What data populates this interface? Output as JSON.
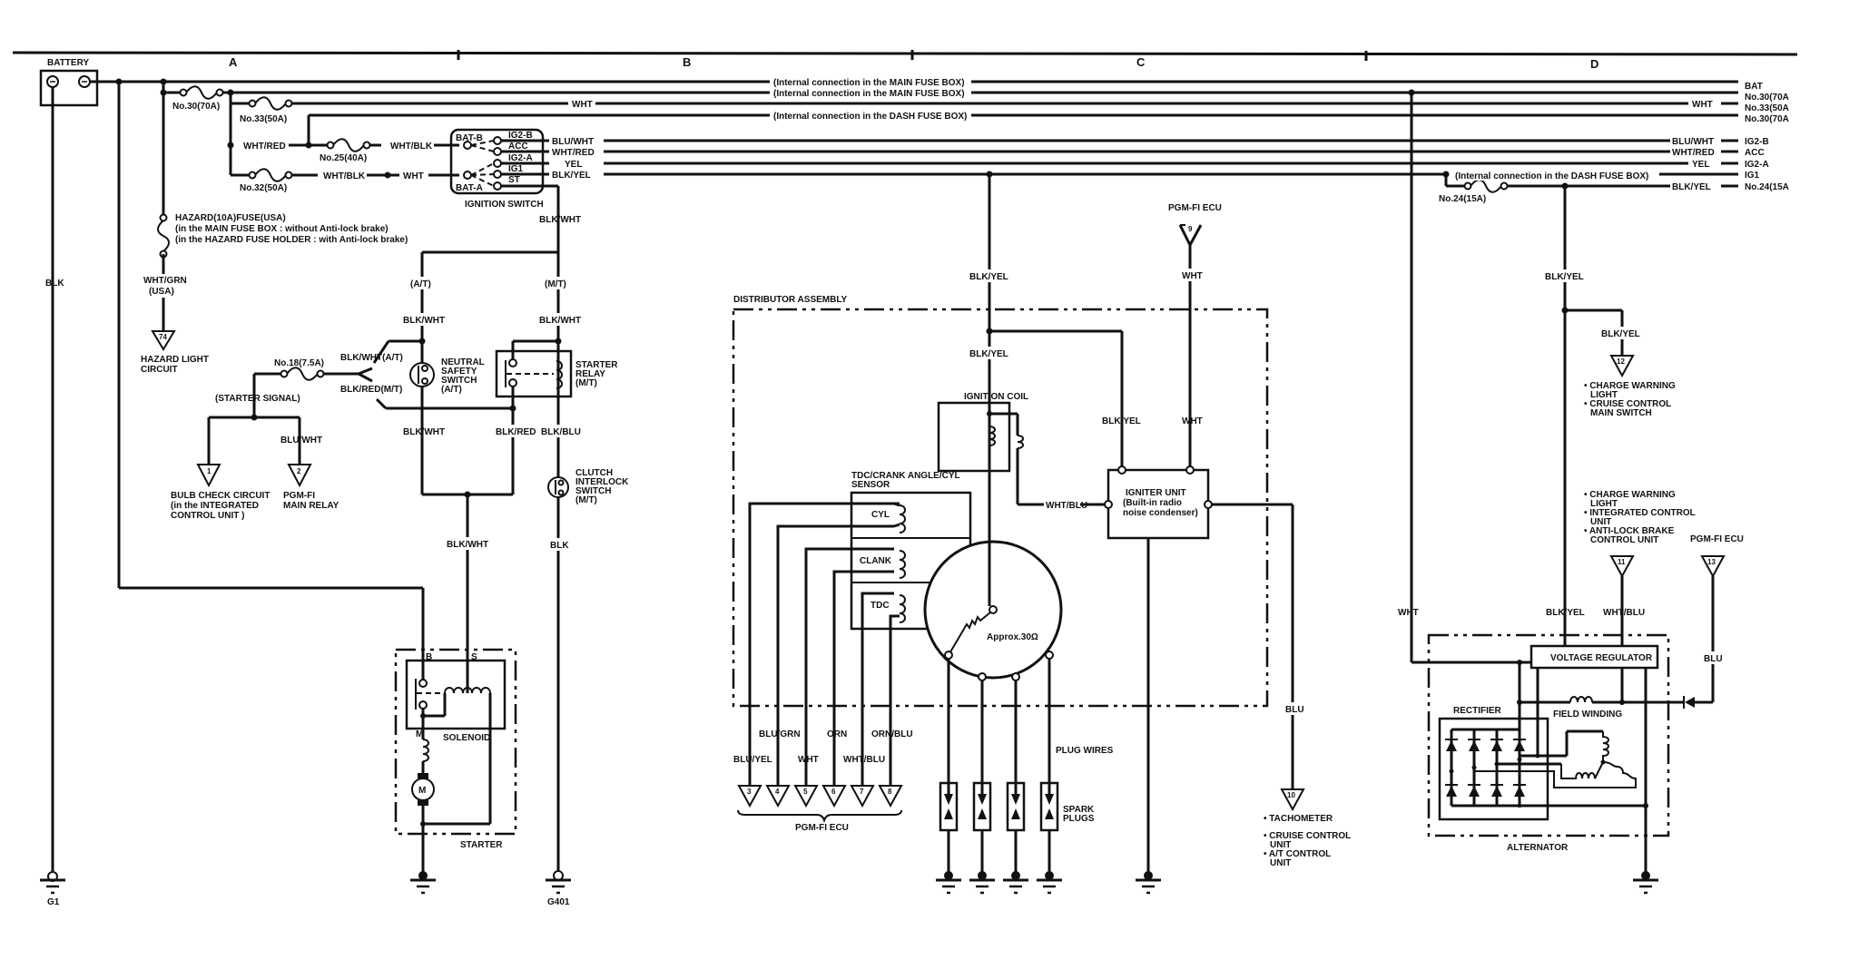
{
  "title": "Starting / Ignition / Charging System Wiring Diagram",
  "sections": [
    "A",
    "B",
    "C",
    "D"
  ],
  "battery": {
    "label": "BATTERY",
    "ground": "G1",
    "ground_wire": "BLK"
  },
  "bus": {
    "notes": {
      "main1": "(Internal connection in the MAIN FUSE BOX)",
      "main2": "(Internal connection in the MAIN FUSE BOX)",
      "dash1": "(Internal connection in the DASH FUSE BOX)",
      "dash2": "(Internal connection in the DASH FUSE BOX)"
    },
    "fuses": {
      "f30": "No.30(70A)",
      "f33": "No.33(50A)",
      "f25": "No.25(40A)",
      "f32": "No.32(50A)",
      "f24": "No.24(15A)",
      "f18": "No.18(7.5A)"
    },
    "wires": {
      "wht_red": "WHT/RED",
      "wht_blk1": "WHT/BLK",
      "wht_blk2": "WHT/BLK",
      "wht": "WHT",
      "wht_top": "WHT",
      "blu_wht": "BLU/WHT",
      "wht_red2": "WHT/RED",
      "yel": "YEL",
      "blk_yel": "BLK/YEL"
    },
    "right_wires": [
      "BLU/WHT",
      "WHT/RED",
      "YEL",
      "BLK/YEL"
    ],
    "right_labels": [
      "BAT",
      "No.30(70A",
      "No.33(50A",
      "No.30(70A",
      "IG2-B",
      "ACC",
      "IG2-A",
      "IG1",
      "No.24(15A"
    ]
  },
  "ignition_switch": {
    "label": "IGNITION SWITCH",
    "terminals": [
      "BAT-B",
      "IG2-B",
      "ACC",
      "IG2-A",
      "IG1",
      "ST",
      "BAT-A"
    ]
  },
  "hazard": {
    "fuse_lines": [
      "HAZARD(10A)FUSE(USA)",
      "(in the MAIN FUSE BOX : without Anti-lock brake)",
      "(in the HAZARD FUSE HOLDER : with Anti-lock brake)"
    ],
    "wire": "WHT/GRN",
    "wire_note": "(USA)",
    "connector": "74",
    "circuit_lines": [
      "HAZARD LIGHT",
      "CIRCUIT"
    ]
  },
  "starter_circuit": {
    "st_wire": "BLK/WHT",
    "at": "(A/T)",
    "mt": "(M/T)",
    "at_wire": "BLK/WHT",
    "mt_wire": "BLK/WHT",
    "nss_lines": [
      "NEUTRAL",
      "SAFETY",
      "SWITCH",
      "(A/T)"
    ],
    "relay_lines": [
      "STARTER",
      "RELAY",
      "(M/T)"
    ],
    "branch_at": "BLK/WHT(A/T)",
    "branch_mt": "BLK/RED(M/T)",
    "signal": "(STARTER SIGNAL)",
    "below_nss": "BLK/WHT",
    "below_relay": "BLK/RED",
    "relay_coil_wire": "BLK/BLU",
    "clutch_lines": [
      "CLUTCH",
      "INTERLOCK",
      "SWITCH",
      "(M/T)"
    ],
    "clutch_ground_wire": "BLK",
    "clutch_ground": "G401",
    "solenoid_feed": "BLK/WHT",
    "bulb_connector": "1",
    "bulb_lines": [
      "BULB CHECK CIRCUIT",
      "(in the INTEGRATED",
      "CONTROL UNIT )"
    ],
    "pgm_wire": "BLU/WHT",
    "pgm_connector": "2",
    "pgm_lines": [
      "PGM-FI",
      "MAIN RELAY"
    ],
    "starter_label": "STARTER",
    "solenoid_label": "SOLENOID",
    "term_b": "B",
    "term_s": "S",
    "term_m": "M",
    "motor": "M"
  },
  "ignition": {
    "feed_wire": "BLK/YEL",
    "feed_wire2": "BLK/YEL",
    "distributor_label": "DISTRIBUTOR ASSEMBLY",
    "coil_label": "IGNITION COIL",
    "coil_out_wire": "WHT/BLU",
    "igniter_wire_a": "BLK/YEL",
    "igniter_wire_b": "WHT",
    "ecu_top_label": "PGM-FI ECU",
    "ecu_top_connector": "9",
    "ecu_top_wire": "WHT",
    "igniter_lines": [
      "IGNITER UNIT",
      "(Built-in radio",
      "noise condenser)"
    ],
    "sensor_lines": [
      "TDC/CRANK ANGLE/CYL",
      "SENSOR"
    ],
    "sensors": [
      "CYL",
      "CLANK",
      "TDC"
    ],
    "rotor_resistance": "Approx.30Ω",
    "sensor_wires": [
      "BLU/YEL",
      "BLU/GRN",
      "WHT",
      "ORN",
      "WHT/BLU",
      "ORN/BLU"
    ],
    "ecu_connectors": [
      "3",
      "4",
      "5",
      "6",
      "7",
      "8"
    ],
    "ecu_label": "PGM-FI ECU",
    "plug_wires": "PLUG WIRES",
    "spark_plugs": [
      "SPARK",
      "PLUGS"
    ],
    "tach_wire": "BLU",
    "tach_connector": "10",
    "tach_lines": [
      "• TACHOMETER",
      "• CRUISE CONTROL",
      "UNIT",
      "• A/T CONTROL",
      "UNIT"
    ]
  },
  "charging": {
    "feed_wire": "BLK/YEL",
    "branch_wire": "BLK/YEL",
    "connector_12": "12",
    "c12_lines": [
      "• CHARGE WARNING",
      "LIGHT",
      "• CRUISE CONTROL",
      "MAIN SWITCH"
    ],
    "c11_lines": [
      "• CHARGE WARNING",
      "LIGHT",
      "• INTEGRATED CONTROL",
      "UNIT",
      "• ANTI-LOCK BRAKE",
      "CONTROL UNIT"
    ],
    "connector_11": "11",
    "ecu_label": "PGM-FI ECU",
    "connector_13": "13",
    "wht": "WHT",
    "blk_yel": "BLK/YEL",
    "wht_blu": "WHT/BLU",
    "blu": "BLU",
    "regulator": "VOLTAGE REGULATOR",
    "rectifier": "RECTIFIER",
    "field": "FIELD WINDING",
    "alternator": "ALTERNATOR"
  }
}
